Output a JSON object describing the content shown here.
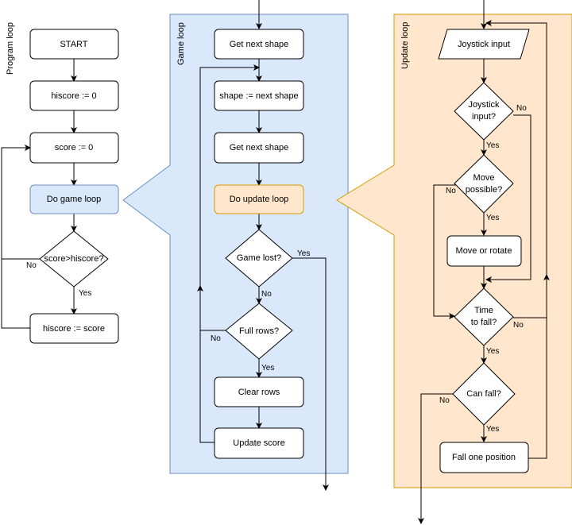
{
  "lanes": {
    "program": "Program loop",
    "game": "Game loop",
    "update": "Update loop"
  },
  "nodes": {
    "start": "START",
    "hiscore_init": "hiscore := 0",
    "score_init": "score := 0",
    "do_game_loop": "Do game loop",
    "score_gt_hiscore": "score>hiscore?",
    "hiscore_set": "hiscore := score",
    "get_next_shape_1": "Get next shape",
    "shape_assign": "shape := next shape",
    "get_next_shape_2": "Get next shape",
    "do_update_loop": "Do update loop",
    "game_lost": "Game lost?",
    "full_rows": "Full rows?",
    "clear_rows": "Clear rows",
    "update_score": "Update score",
    "joystick_input": "Joystick input",
    "joystick_q_line1": "Joystick",
    "joystick_q_line2": "input?",
    "move_possible_line1": "Move",
    "move_possible_line2": "possible?",
    "move_or_rotate": "Move or rotate",
    "time_to_fall_line1": "Time",
    "time_to_fall_line2": "to fall?",
    "can_fall": "Can fall?",
    "fall_one": "Fall one position"
  },
  "edge_labels": {
    "yes": "Yes",
    "no": "No"
  },
  "colors": {
    "game_panel_fill": "#dae8fc",
    "game_panel_stroke": "#6c8ebf",
    "update_panel_fill": "#ffe6cc",
    "update_panel_stroke": "#d79b00",
    "game_node_fill": "#dae8fc",
    "update_node_fill": "#ffe6cc",
    "node_fill": "#ffffff",
    "stroke": "#000000"
  }
}
